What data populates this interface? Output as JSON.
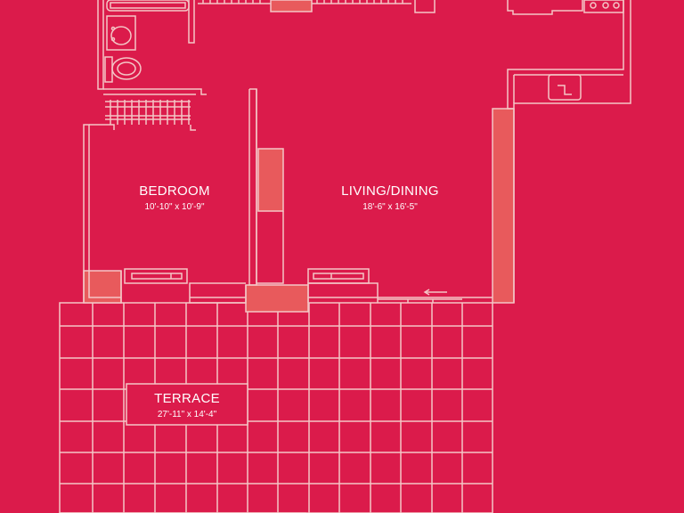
{
  "colors": {
    "background": "#db1b4b",
    "wall_fill": "#e85a5c",
    "line": "#f4c6c6"
  },
  "rooms": {
    "bedroom": {
      "name": "BEDROOM",
      "dimensions": "10'-10\" x 10'-9\""
    },
    "living": {
      "name": "LIVING/DINING",
      "dimensions": "18'-6\" x 16'-5\""
    },
    "terrace": {
      "name": "TERRACE",
      "dimensions": "27'-11\" x 14'-4\""
    }
  },
  "icons": [
    "sink-icon",
    "toilet-icon",
    "stove-icon",
    "kitchen-sink-icon",
    "door-arrow-icon"
  ]
}
